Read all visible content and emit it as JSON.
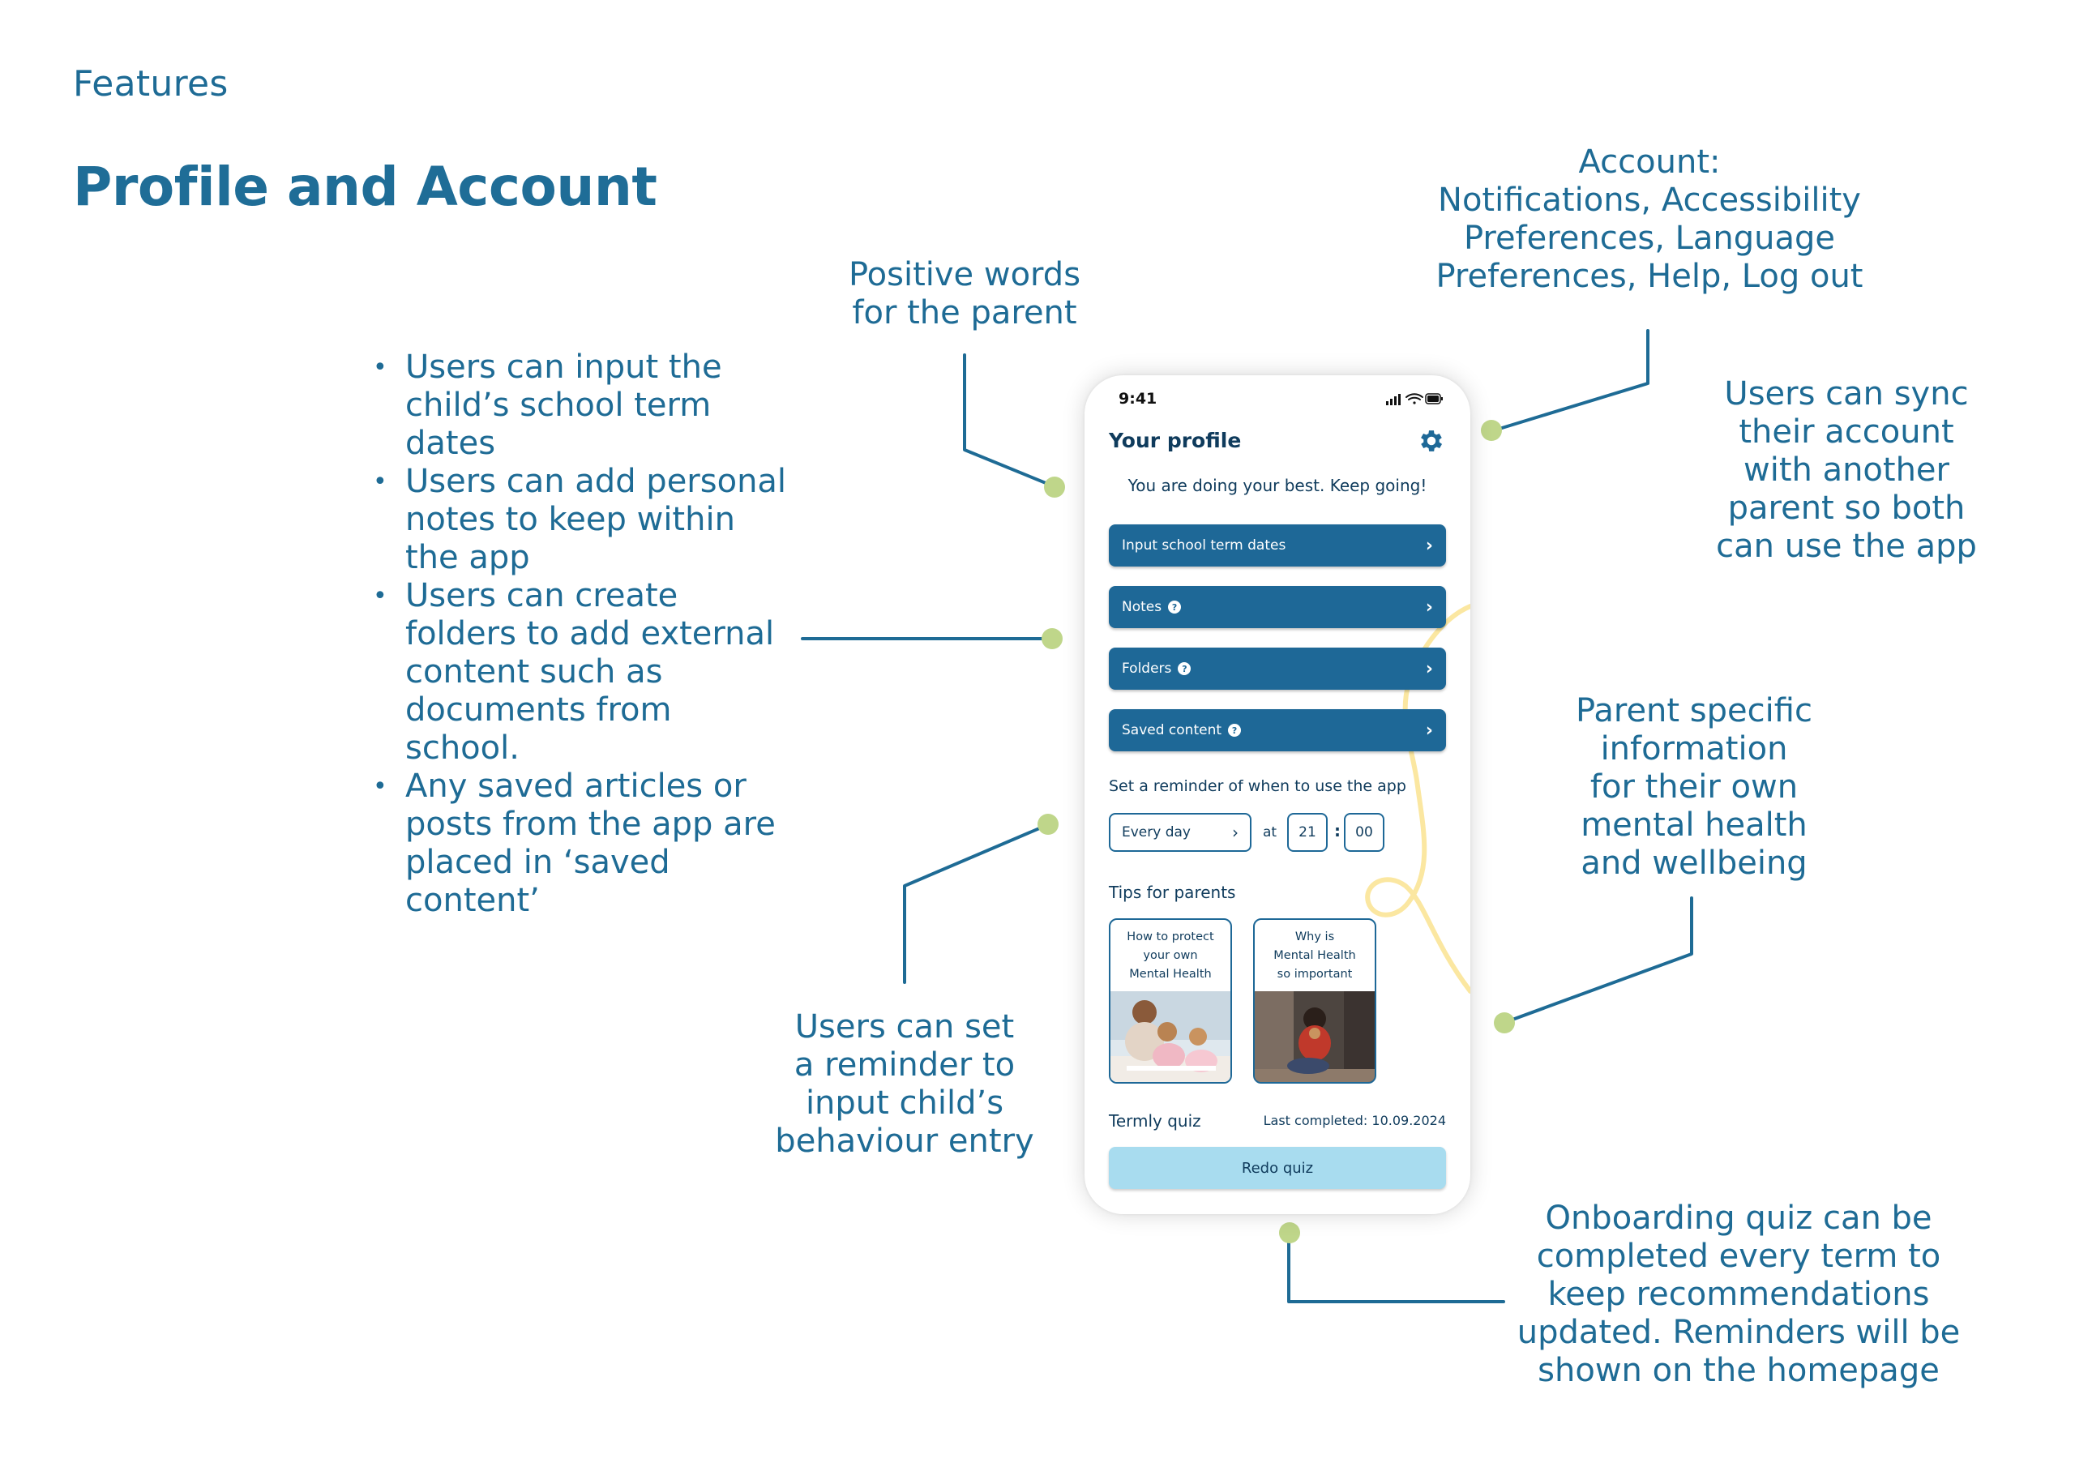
{
  "header": {
    "section_label": "Features",
    "title": "Profile and Account"
  },
  "annotations": {
    "positive_words": [
      "Positive words",
      "for the parent"
    ],
    "account": [
      "Account:",
      "Notifications, Accessibility",
      "Preferences, Language",
      "Preferences, Help, Log out"
    ],
    "sync": [
      "Users can sync",
      "their account",
      "with another",
      "parent so both",
      "can use the app"
    ],
    "parent_info": [
      "Parent specific",
      "information",
      "for their own",
      "mental health",
      "and wellbeing"
    ],
    "reminder": [
      "Users can set",
      "a reminder to",
      "input child’s",
      "behaviour entry"
    ],
    "quiz": [
      "Onboarding quiz can be",
      "completed every term to",
      "keep recommendations",
      "updated. Reminders will be",
      "shown on the homepage"
    ],
    "bullets": [
      "Users can input the child’s school term dates",
      "Users can add personal notes to keep within the app",
      "Users can create folders to add external content such as documents from school.",
      "Any saved articles or posts from the app are placed in ‘saved content’"
    ]
  },
  "phone": {
    "status_time": "9:41",
    "title": "Your profile",
    "encouragement": "You are doing your best. Keep going!",
    "menu": [
      {
        "label": "Input school term dates",
        "help": false
      },
      {
        "label": "Notes",
        "help": true
      },
      {
        "label": "Folders",
        "help": true
      },
      {
        "label": "Saved content",
        "help": true
      }
    ],
    "help_glyph": "?",
    "chevron": "›",
    "reminder_heading": "Set a reminder of when to use the app",
    "reminder_frequency": "Every day",
    "reminder_at": "at",
    "reminder_hour": "21",
    "reminder_colon": ":",
    "reminder_minute": "00",
    "tips_heading": "Tips for parents",
    "tips": [
      "How to protect\nyour own\nMental Health",
      "Why is\nMental Health\nso important"
    ],
    "quiz_label": "Termly quiz",
    "quiz_last_completed": "Last completed: 10.09.2024",
    "redo_label": "Redo quiz"
  },
  "icons": {
    "settings": "gear-icon",
    "signal": "signal-icon",
    "wifi": "wifi-icon",
    "battery": "battery-icon"
  },
  "colors": {
    "brand_blue": "#1e6b95",
    "button_blue": "#1e6897",
    "dark_navy": "#0f3b5c",
    "redo_button": "#a8dcef",
    "connector_dot": "#bfd68a",
    "squiggle": "#fbe7a1"
  }
}
